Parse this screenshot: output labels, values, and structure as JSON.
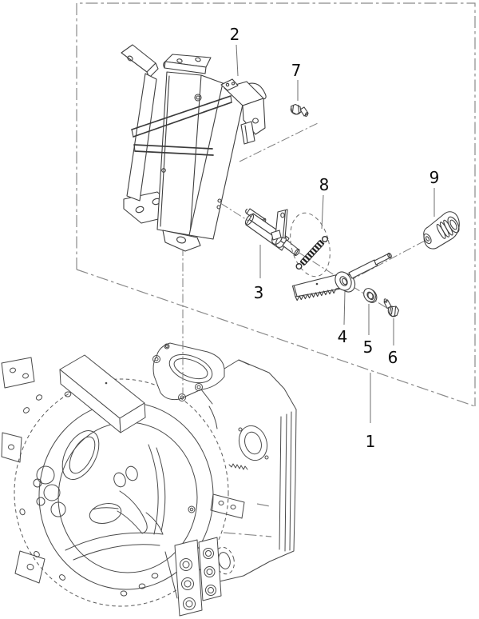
{
  "figure": {
    "kind": "exploded-parts-diagram",
    "background_color": "#ffffff",
    "line_color": "#3f3f3f",
    "phantom_line_color": "#8a8a8a",
    "callouts": [
      {
        "label": "1"
      },
      {
        "label": "2"
      },
      {
        "label": "3"
      },
      {
        "label": "4"
      },
      {
        "label": "5"
      },
      {
        "label": "6"
      },
      {
        "label": "7"
      },
      {
        "label": "8"
      },
      {
        "label": "9"
      }
    ]
  }
}
